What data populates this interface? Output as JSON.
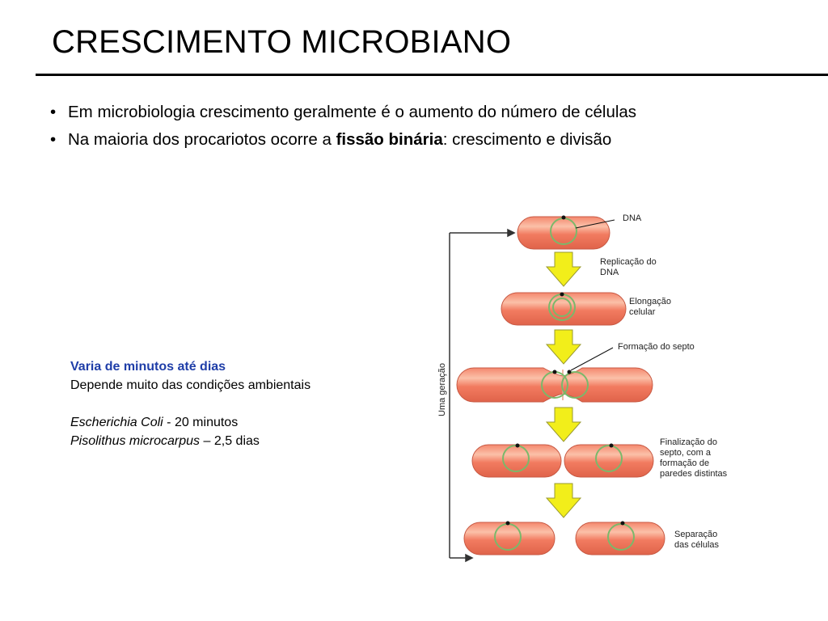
{
  "slide": {
    "title": "CRESCIMENTO MICROBIANO",
    "bullets": [
      {
        "marker": "•",
        "text": "Em microbiologia crescimento geralmente é o aumento do número de células"
      },
      {
        "marker": "•",
        "pre": "Na maioria dos procariotos ocorre a ",
        "bold": "fissão binária",
        "post": ": crescimento e divisão"
      }
    ],
    "note": {
      "heading": "Varia de minutos até dias",
      "line2": "Depende muito das condições ambientais",
      "ex1_species": "Escherichia Coli",
      "ex1_value": " - 20 minutos",
      "ex2_species": "Pisolithus microcarpus",
      "ex2_value": " – 2,5 dias"
    }
  },
  "diagram": {
    "side_label": "Uma geração",
    "labels": {
      "dna": "DNA",
      "replicacao": [
        "Replicação do",
        "DNA"
      ],
      "elongacao": [
        "Elongação",
        "celular"
      ],
      "septo": "Formação do septo",
      "finalizacao": [
        "Finalização do",
        "septo, com a",
        "formação de",
        "paredes distintas"
      ],
      "separacao": [
        "Separação",
        "das células"
      ]
    },
    "colors": {
      "cell_fill": "#f07a5e",
      "cell_highlight": "#fbc0a8",
      "dna_ring": "#7bb86a",
      "arrow": "#f2ee1a",
      "arrow_stroke": "#9a9a30"
    }
  }
}
